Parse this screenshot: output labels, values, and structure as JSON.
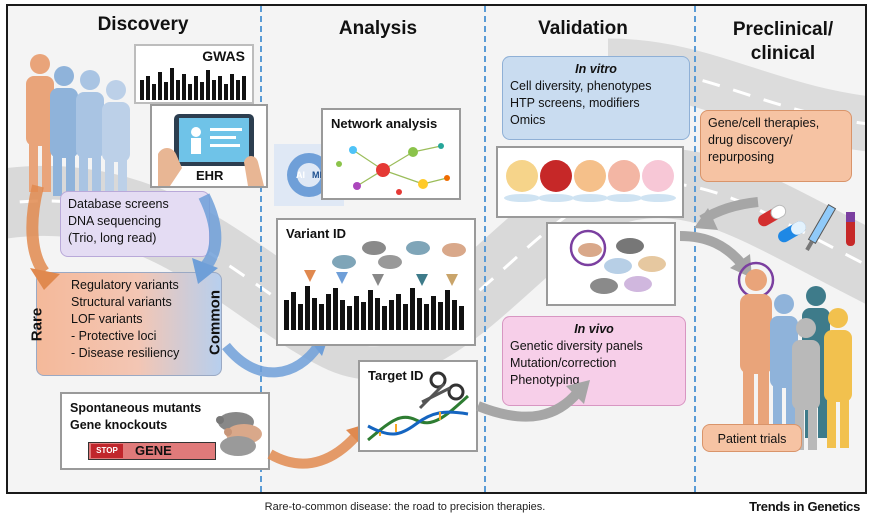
{
  "columns": {
    "discovery": "Discovery",
    "analysis": "Analysis",
    "validation": "Validation",
    "preclinical_line1": "Preclinical/",
    "preclinical_line2": "clinical"
  },
  "discovery": {
    "gwas_label": "GWAS",
    "ehr_label": "EHR",
    "screens": [
      "Database screens",
      "DNA sequencing",
      "(Trio, long read)"
    ],
    "rare_label": "Rare",
    "common_label": "Common",
    "variants": [
      "Regulatory variants",
      "Structural variants",
      "LOF variants",
      "- Protective loci",
      "- Disease resiliency"
    ],
    "mutants": [
      "Spontaneous mutants",
      "Gene knockouts"
    ],
    "stop_label": "STOP",
    "gene_label": "GENE"
  },
  "analysis": {
    "network_label": "Network analysis",
    "ai_label": "AI",
    "ml_label": "ML",
    "variant_label": "Variant ID",
    "target_label": "Target ID"
  },
  "validation": {
    "invitro_title": "In vitro",
    "invitro_lines": [
      "Cell diversity, phenotypes",
      "HTP screens, modifiers",
      "Omics"
    ],
    "invivo_title": "In vivo",
    "invivo_lines": [
      "Genetic diversity panels",
      "Mutation/correction",
      "Phenotyping"
    ]
  },
  "clinical": {
    "therapies": [
      "Gene/cell therapies,",
      "drug discovery/",
      "repurposing"
    ],
    "trials": "Patient trials"
  },
  "caption": "Rare-to-common disease: the road to precision therapies.",
  "brand": "Trends in Genetics",
  "colors": {
    "lavender": "#e4dcf3",
    "salmon": "#f6c3a3",
    "blue_box": "#c9dcf0",
    "pink_box": "#f7cfe9",
    "divider": "#5a9bd5",
    "orange_arrow": "#e0894f",
    "blue_arrow": "#6f9fd8"
  }
}
